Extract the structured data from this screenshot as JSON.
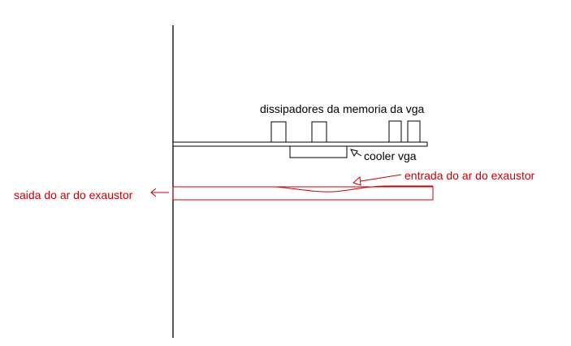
{
  "diagram": {
    "labels": {
      "memory_heatsinks": "dissipadores da memoria da vga",
      "vga_cooler": "cooler vga",
      "exhaust_intake": "entrada do ar do exaustor",
      "exhaust_outlet": "saida do ar do exaustor"
    },
    "colors": {
      "ink": "#000000",
      "airflow": "#cc0000"
    }
  }
}
